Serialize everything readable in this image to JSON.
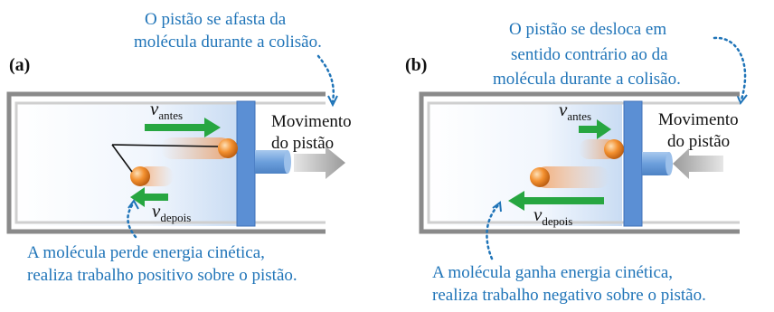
{
  "colors": {
    "annotation_text": "#1f74b8",
    "cylinder_wall": "#8a8a8a",
    "piston": "#5b8fd4",
    "velocity_arrow": "#27a641",
    "molecule": "#f08a2a",
    "motion_arrow": "#b3b3b3"
  },
  "panel_a": {
    "label": "(a)",
    "note_top": [
      "O pistão se afasta da",
      "molécula durante a colisão."
    ],
    "motion": [
      "Movimento",
      "do pistão"
    ],
    "v_before": {
      "symbol": "v",
      "sub": "antes"
    },
    "v_after": {
      "symbol": "v",
      "sub": "depois"
    },
    "note_bottom": [
      "A molécula perde energia cinética,",
      "realiza trabalho positivo sobre o pistão."
    ]
  },
  "panel_b": {
    "label": "(b)",
    "note_top": [
      "O pistão se desloca em",
      "sentido contrário ao da",
      "molécula durante a colisão."
    ],
    "motion": [
      "Movimento",
      "do pistão"
    ],
    "v_before": {
      "symbol": "v",
      "sub": "antes"
    },
    "v_after": {
      "symbol": "v",
      "sub": "depois"
    },
    "note_bottom": [
      "A molécula ganha energia cinética,",
      "realiza trabalho negativo sobre o pistão."
    ]
  }
}
